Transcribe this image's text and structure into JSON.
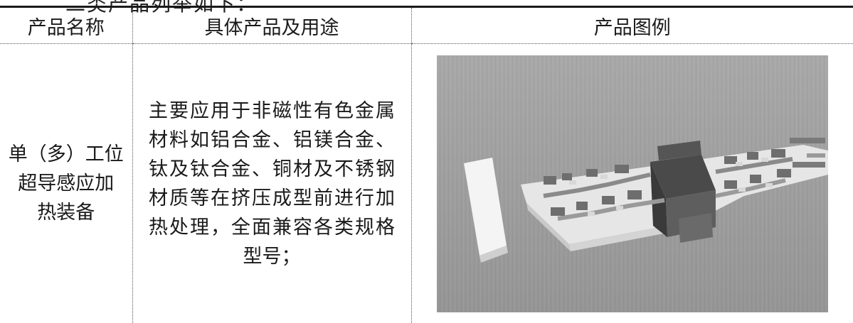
{
  "heading_fragment": "二类产品列举如下：",
  "table": {
    "headers": {
      "name": "产品名称",
      "use": "具体产品及用途",
      "image": "产品图例"
    },
    "rows": [
      {
        "name_lines": [
          "单（多）工位",
          "超导感应加",
          "热装备"
        ],
        "use": "主要应用于非磁性有色金属材料如铝合金、铝镁合金、钛及钛合金、铜材及不锈钢材质等在挤压成型前进行加热处理，全面兼容各类规格型号；"
      }
    ]
  }
}
